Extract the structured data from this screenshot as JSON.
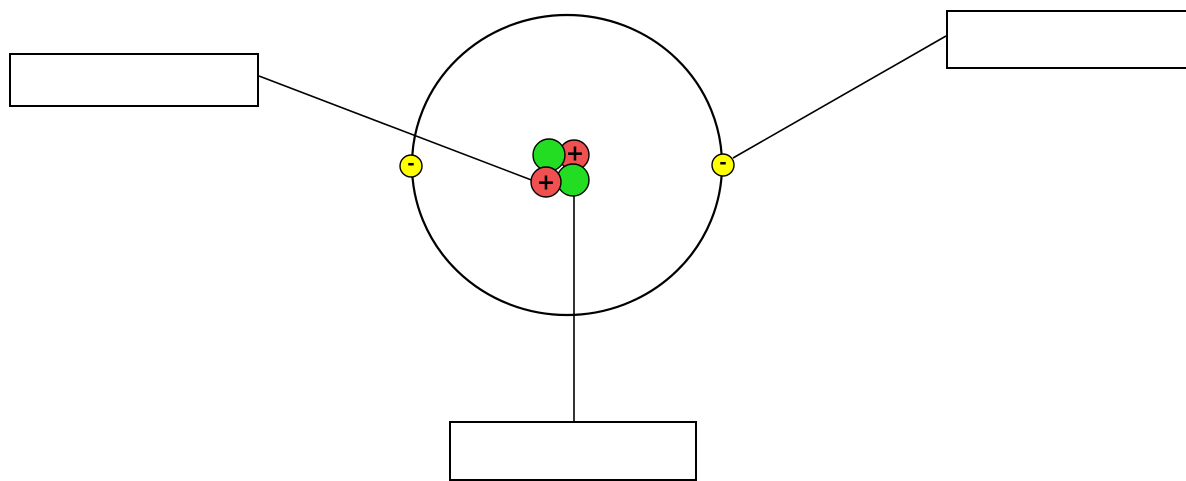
{
  "labels": {
    "left": "",
    "right": "",
    "bottom": ""
  },
  "symbols": {
    "electron_charge": "-",
    "proton_charge": "+"
  },
  "particles": {
    "electron_count": 2,
    "proton_count": 2,
    "neutron_count": 2
  },
  "colors": {
    "electron": "#ffff00",
    "proton": "#f05050",
    "neutron": "#22dd22",
    "outline": "#000000",
    "background": "#ffffff"
  }
}
